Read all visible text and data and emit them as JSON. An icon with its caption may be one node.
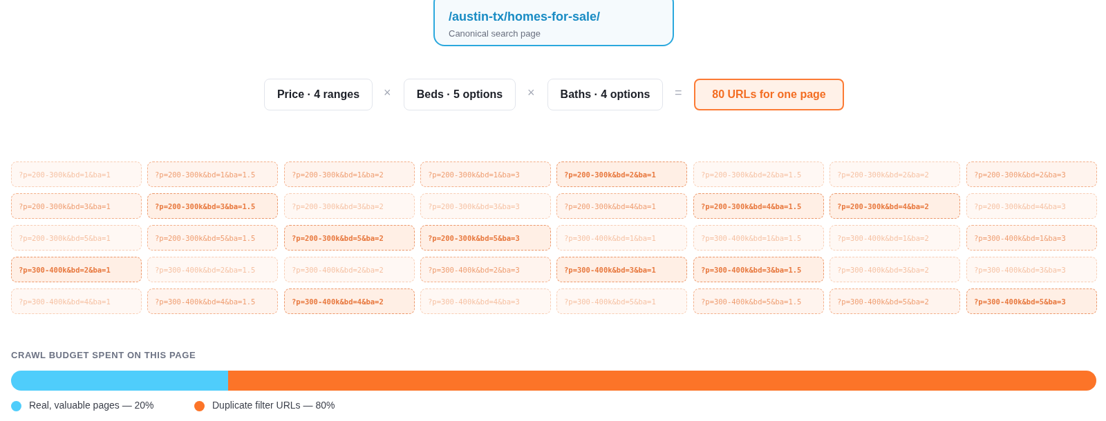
{
  "diagram": {
    "nodes": [
      {
        "text": [
          "/austin-tx/homes-for-sale/",
          "Canonical search page"
        ]
      },
      {
        "text": [
          "Price · 4 ranges"
        ]
      },
      {
        "text": [
          "Beds · 5 options"
        ]
      },
      {
        "text": [
          "Baths · 4 options"
        ]
      },
      {
        "text": [
          "80 URLs for one page"
        ]
      },
      {
        "text": [
          "?p=200-300k&bd=1&ba=1"
        ]
      },
      {
        "text": [
          "?p=200-300k&bd=1&ba=1.5"
        ]
      },
      {
        "text": [
          "?p=200-300k&bd=1&ba=2"
        ]
      },
      {
        "text": [
          "?p=200-300k&bd=1&ba=3"
        ]
      },
      {
        "text": [
          "?p=200-300k&bd=2&ba=1"
        ]
      },
      {
        "text": [
          "?p=200-300k&bd=2&ba=1.5"
        ]
      },
      {
        "text": [
          "?p=200-300k&bd=2&ba=2"
        ]
      },
      {
        "text": [
          "?p=200-300k&bd=2&ba=3"
        ]
      },
      {
        "text": [
          "?p=200-300k&bd=3&ba=1"
        ]
      },
      {
        "text": [
          "?p=200-300k&bd=3&ba=1.5"
        ]
      },
      {
        "text": [
          "?p=200-300k&bd=3&ba=2"
        ]
      },
      {
        "text": [
          "?p=200-300k&bd=3&ba=3"
        ]
      },
      {
        "text": [
          "?p=200-300k&bd=4&ba=1"
        ]
      },
      {
        "text": [
          "?p=200-300k&bd=4&ba=1.5"
        ]
      },
      {
        "text": [
          "?p=200-300k&bd=4&ba=2"
        ]
      },
      {
        "text": [
          "?p=200-300k&bd=4&ba=3"
        ]
      },
      {
        "text": [
          "?p=200-300k&bd=5&ba=1"
        ]
      },
      {
        "text": [
          "?p=200-300k&bd=5&ba=1.5"
        ]
      },
      {
        "text": [
          "?p=200-300k&bd=5&ba=2"
        ]
      },
      {
        "text": [
          "?p=200-300k&bd=5&ba=3"
        ]
      },
      {
        "text": [
          "?p=300-400k&bd=1&ba=1"
        ]
      },
      {
        "text": [
          "?p=300-400k&bd=1&ba=1.5"
        ]
      },
      {
        "text": [
          "?p=300-400k&bd=1&ba=2"
        ]
      },
      {
        "text": [
          "?p=300-400k&bd=1&ba=3"
        ]
      },
      {
        "text": [
          "?p=300-400k&bd=2&ba=1"
        ]
      },
      {
        "text": [
          "?p=300-400k&bd=2&ba=1.5"
        ]
      },
      {
        "text": [
          "?p=300-400k&bd=2&ba=2"
        ]
      },
      {
        "text": [
          "?p=300-400k&bd=2&ba=3"
        ]
      },
      {
        "text": [
          "?p=300-400k&bd=3&ba=1"
        ]
      },
      {
        "text": [
          "?p=300-400k&bd=3&ba=1.5"
        ]
      },
      {
        "text": [
          "?p=300-400k&bd=3&ba=2"
        ]
      },
      {
        "text": [
          "?p=300-400k&bd=3&ba=3"
        ]
      },
      {
        "text": [
          "?p=300-400k&bd=4&ba=1"
        ]
      },
      {
        "text": [
          "?p=300-400k&bd=4&ba=1.5"
        ]
      },
      {
        "text": [
          "?p=300-400k&bd=4&ba=2"
        ]
      },
      {
        "text": [
          "?p=300-400k&bd=4&ba=3"
        ]
      },
      {
        "text": [
          "?p=300-400k&bd=5&ba=1"
        ]
      },
      {
        "text": [
          "?p=300-400k&bd=5&ba=1.5"
        ]
      },
      {
        "text": [
          "?p=300-400k&bd=5&ba=2"
        ]
      },
      {
        "text": [
          "?p=300-400k&bd=5&ba=3"
        ]
      }
    ],
    "labels": [
      "×",
      "×",
      "=",
      "CRAWL BUDGET SPENT ON THIS PAGE"
    ],
    "legend": [
      {
        "text": "Real, valuable pages — 20%",
        "color": "#4fcdfb"
      },
      {
        "text": "Duplicate filter URLs — 80%",
        "color": "#fc7428"
      }
    ]
  }
}
